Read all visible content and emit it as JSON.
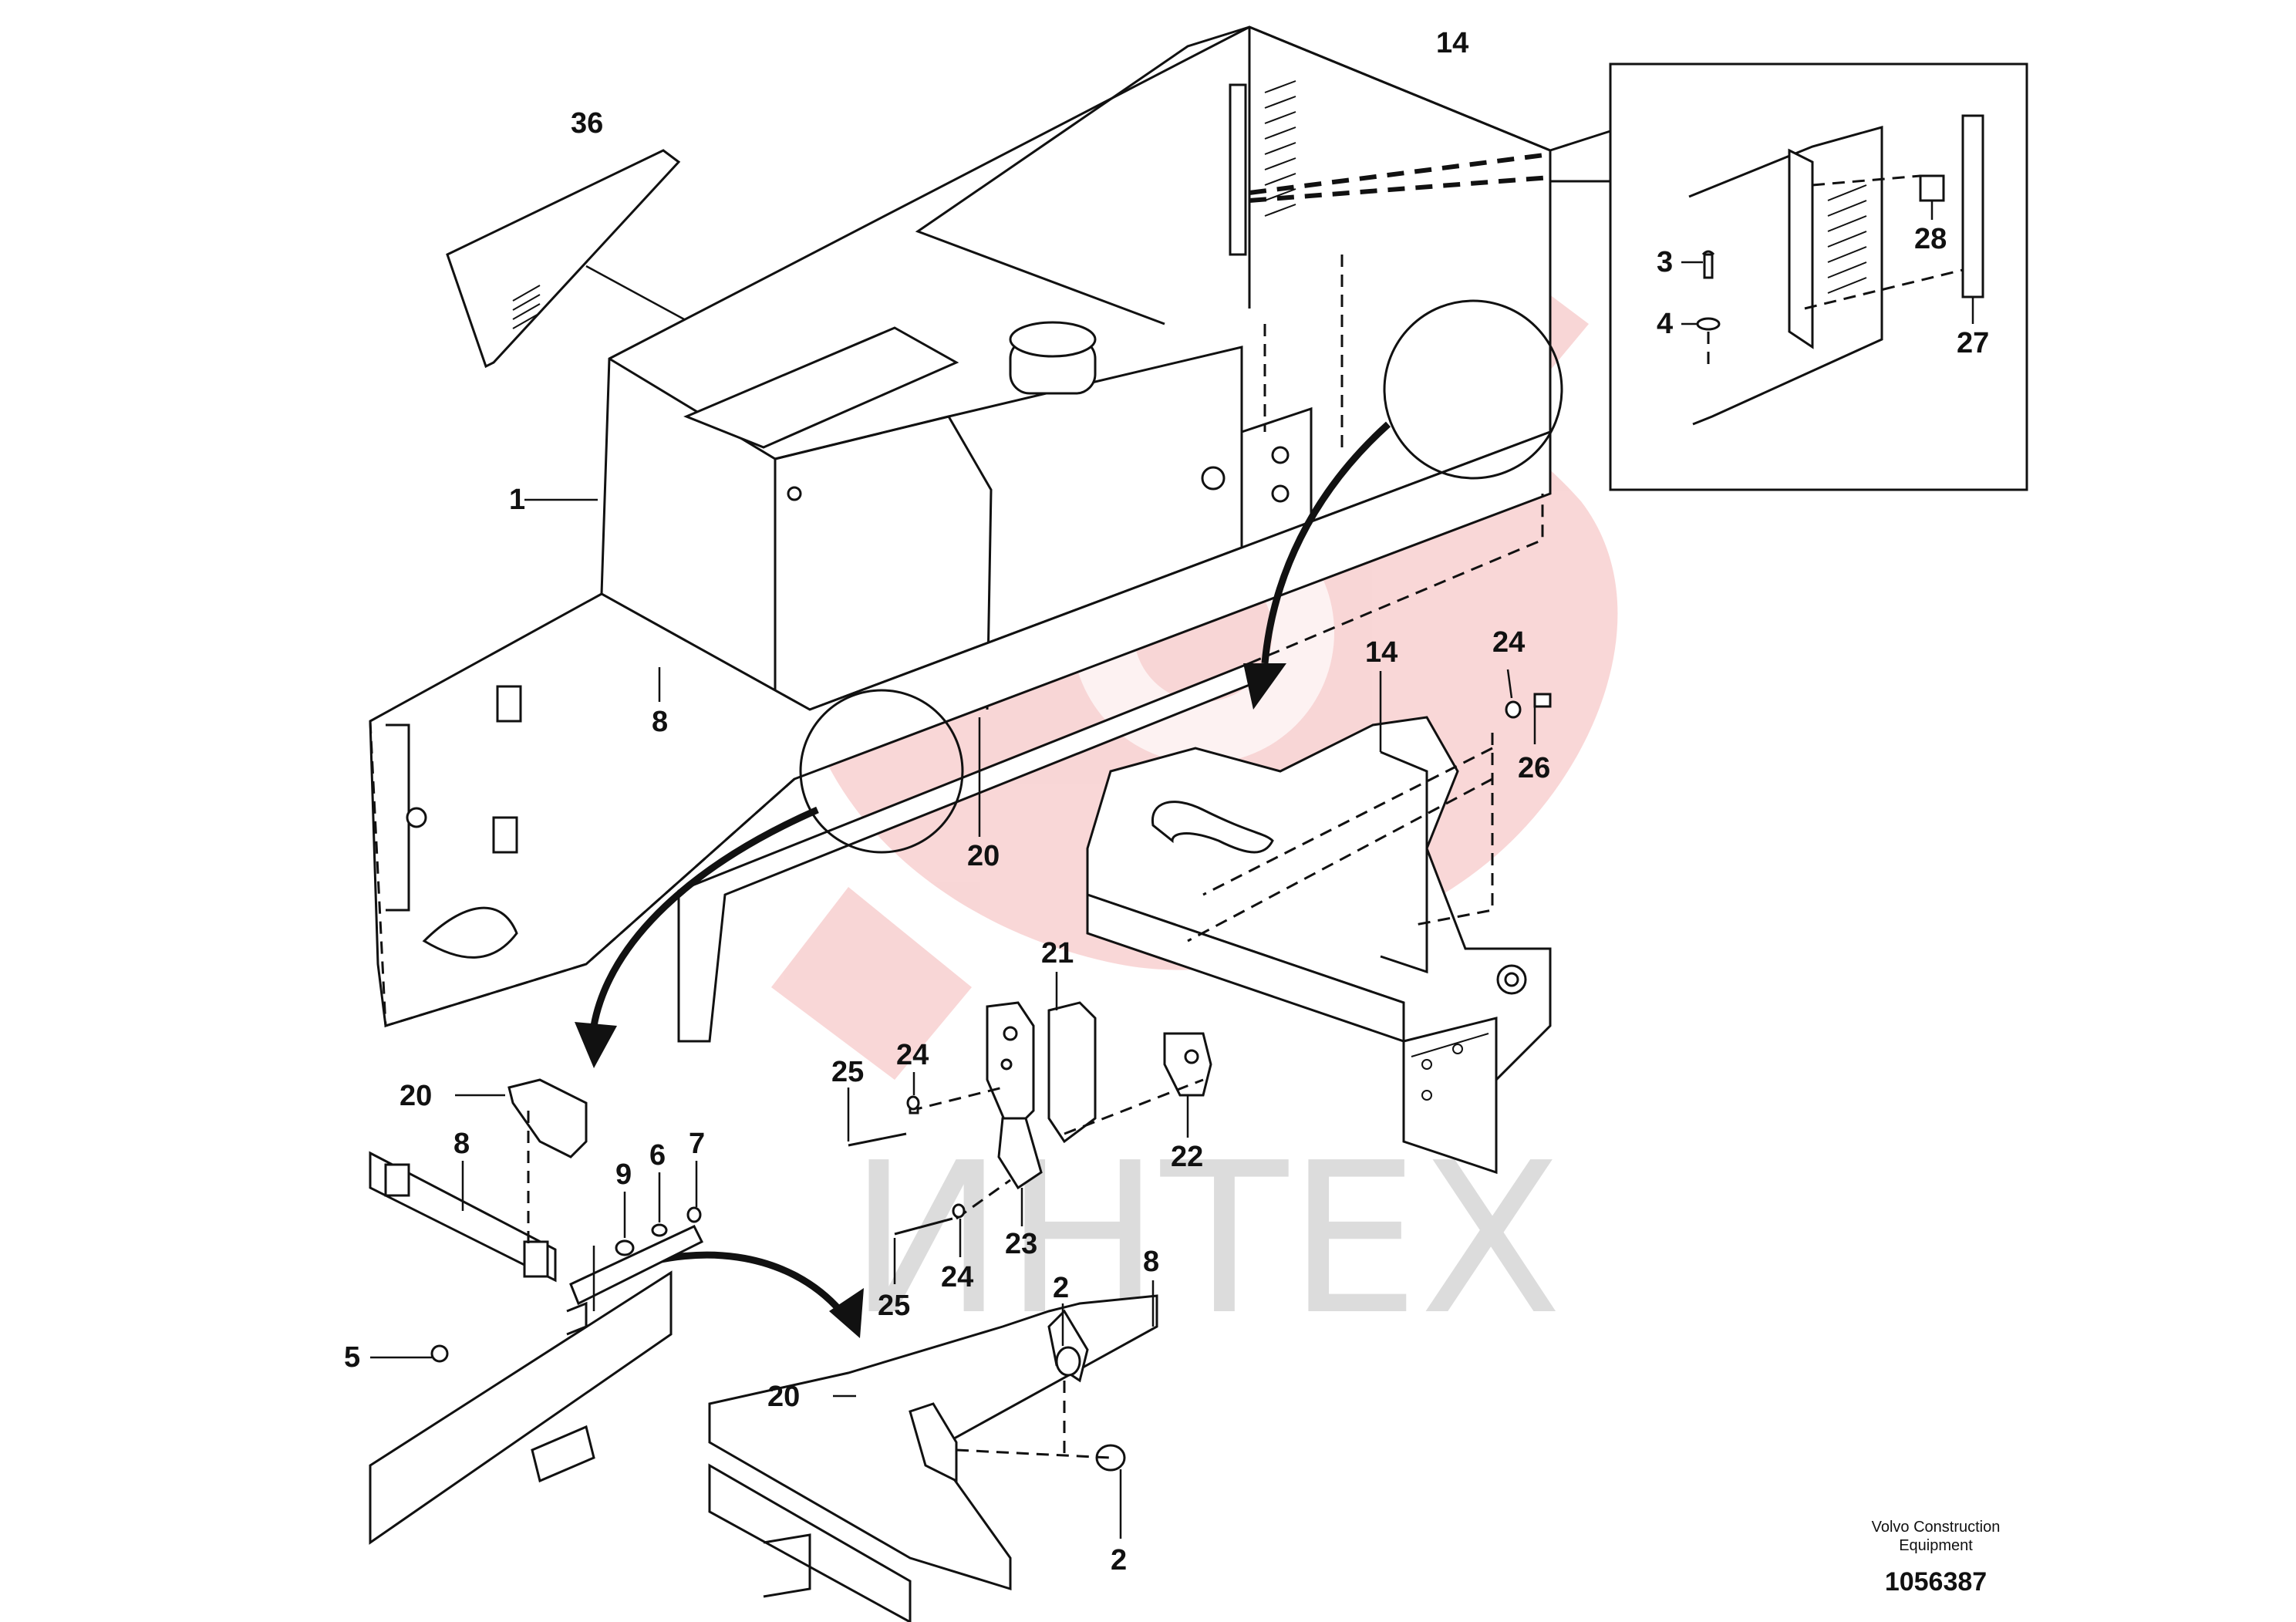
{
  "watermark": {
    "text": "ИНТЕХ",
    "color": "#dcdcdc",
    "logo_color": "#f4b6b6"
  },
  "footer": {
    "company": "Volvo Construction",
    "company_line2": "Equipment",
    "drawing_number": "1056387"
  },
  "callouts": {
    "c36": "36",
    "c14_top": "14",
    "c1": "1",
    "c8_main": "8",
    "c20_main": "20",
    "c14_detail": "14",
    "c24_right": "24",
    "c26": "26",
    "c21": "21",
    "c24_mid": "24",
    "c25_mid": "25",
    "c22": "22",
    "c23": "23",
    "c24_low": "24",
    "c25_low": "25",
    "c20_left": "20",
    "c8_left": "8",
    "c9": "9",
    "c6": "6",
    "c7": "7",
    "c5": "5",
    "c2_top": "2",
    "c8_bottom": "8",
    "c20_bottom": "20",
    "c2_bottom": "2",
    "c3": "3",
    "c4": "4",
    "c28": "28",
    "c27": "27"
  },
  "colors": {
    "line": "#111111",
    "background": "#ffffff"
  }
}
